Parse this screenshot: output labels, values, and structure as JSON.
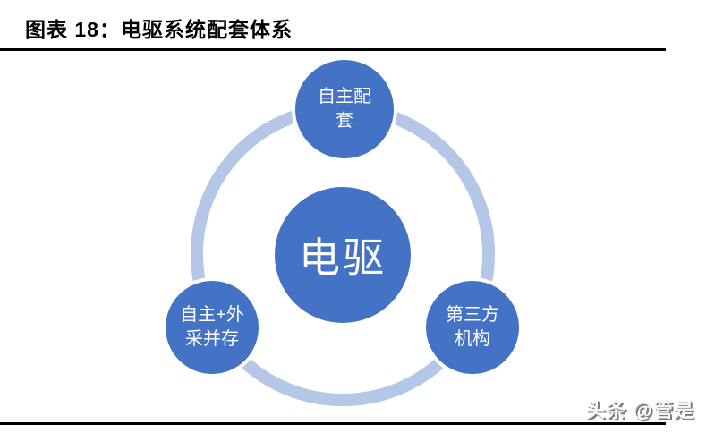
{
  "header": {
    "title": "图表 18：电驱系统配套体系"
  },
  "diagram": {
    "type": "cycle",
    "center": {
      "label": "电驱"
    },
    "nodes": [
      {
        "id": "top",
        "label": "自主配套",
        "lines": [
          "自主配",
          "套"
        ]
      },
      {
        "id": "bottom-left",
        "label": "自主+外采并存",
        "lines": [
          "自主+外",
          "采并存"
        ]
      },
      {
        "id": "bottom-right",
        "label": "第三方机构",
        "lines": [
          "第三方",
          "机构"
        ]
      }
    ],
    "colors": {
      "node_fill": "#4472c4",
      "ring": "#b4c7e7",
      "label_text": "#ffffff",
      "rule": "#000000"
    }
  },
  "watermark": {
    "text": "头条 @管是"
  }
}
